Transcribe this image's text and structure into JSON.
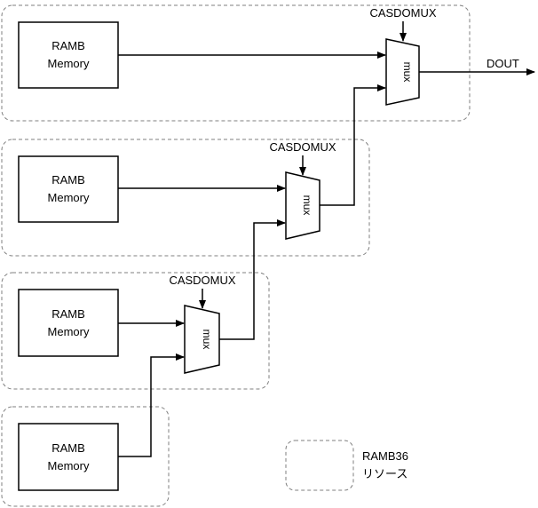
{
  "memory_label_line1": "RAMB",
  "memory_label_line2": "Memory",
  "mux_label": "mux",
  "select_label": "CASDOMUX",
  "output_label": "DOUT",
  "legend": {
    "line1": "RAMB36",
    "line2": "リソース"
  },
  "colors": {
    "line": "#000000",
    "dashed_border": "#7f7f7f",
    "background": "#ffffff"
  }
}
